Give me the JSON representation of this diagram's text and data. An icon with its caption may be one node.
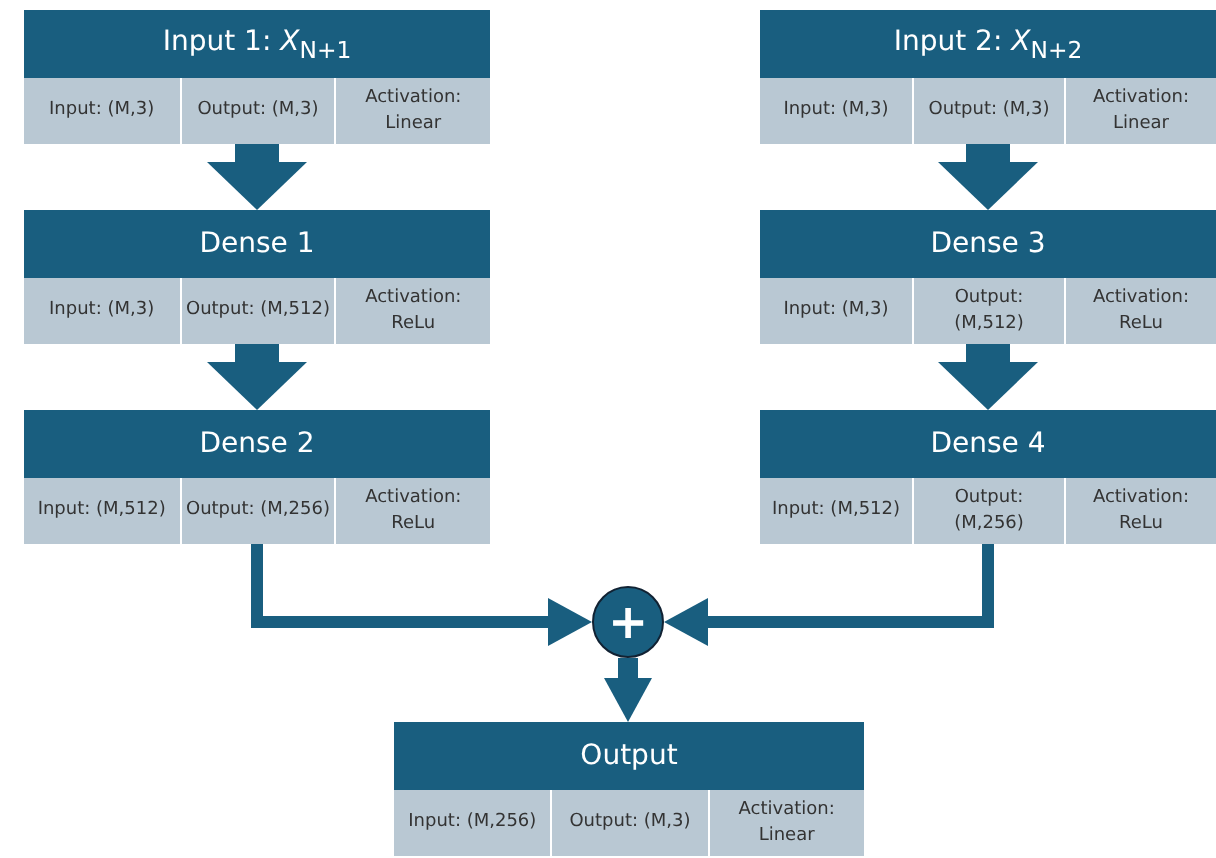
{
  "diagram": {
    "nodes": [
      {
        "text": [
          "Input 1: *X*$_{N+1}$",
          "Input: (M,3)",
          "Output: (M,3)",
          "Activation: Linear"
        ]
      },
      {
        "text": [
          "Input 2: *X*$_{N+2}$",
          "Input: (M,3)",
          "Output: (M,3)",
          "Activation: Linear"
        ]
      },
      {
        "text": [
          "Dense 1",
          "Input: (M,3)",
          "Output: (M,512)",
          "Activation: ReLu"
        ]
      },
      {
        "text": [
          "Dense 3",
          "Input: (M,3)",
          "Output: (M,512)",
          "Activation: ReLu"
        ]
      },
      {
        "text": [
          "Dense 2",
          "Input: (M,512)",
          "Output: (M,256)",
          "Activation: ReLu"
        ]
      },
      {
        "text": [
          "Dense 4",
          "Input: (M,512)",
          "Output: (M,256)",
          "Activation: ReLu"
        ]
      },
      {
        "text": [
          "+"
        ]
      },
      {
        "text": [
          "Output",
          "Input: (M,256)",
          "Output: (M,3)",
          "Activation: Linear"
        ]
      }
    ],
    "edges": [
      {
        "from": 0,
        "to": 2,
        "arrow": "to"
      },
      {
        "from": 2,
        "to": 4,
        "arrow": "to"
      },
      {
        "from": 1,
        "to": 3,
        "arrow": "to"
      },
      {
        "from": 3,
        "to": 5,
        "arrow": "to"
      },
      {
        "from": 4,
        "to": 6,
        "arrow": "to"
      },
      {
        "from": 5,
        "to": 6,
        "arrow": "to"
      },
      {
        "from": 6,
        "to": 7,
        "arrow": "to"
      }
    ]
  }
}
